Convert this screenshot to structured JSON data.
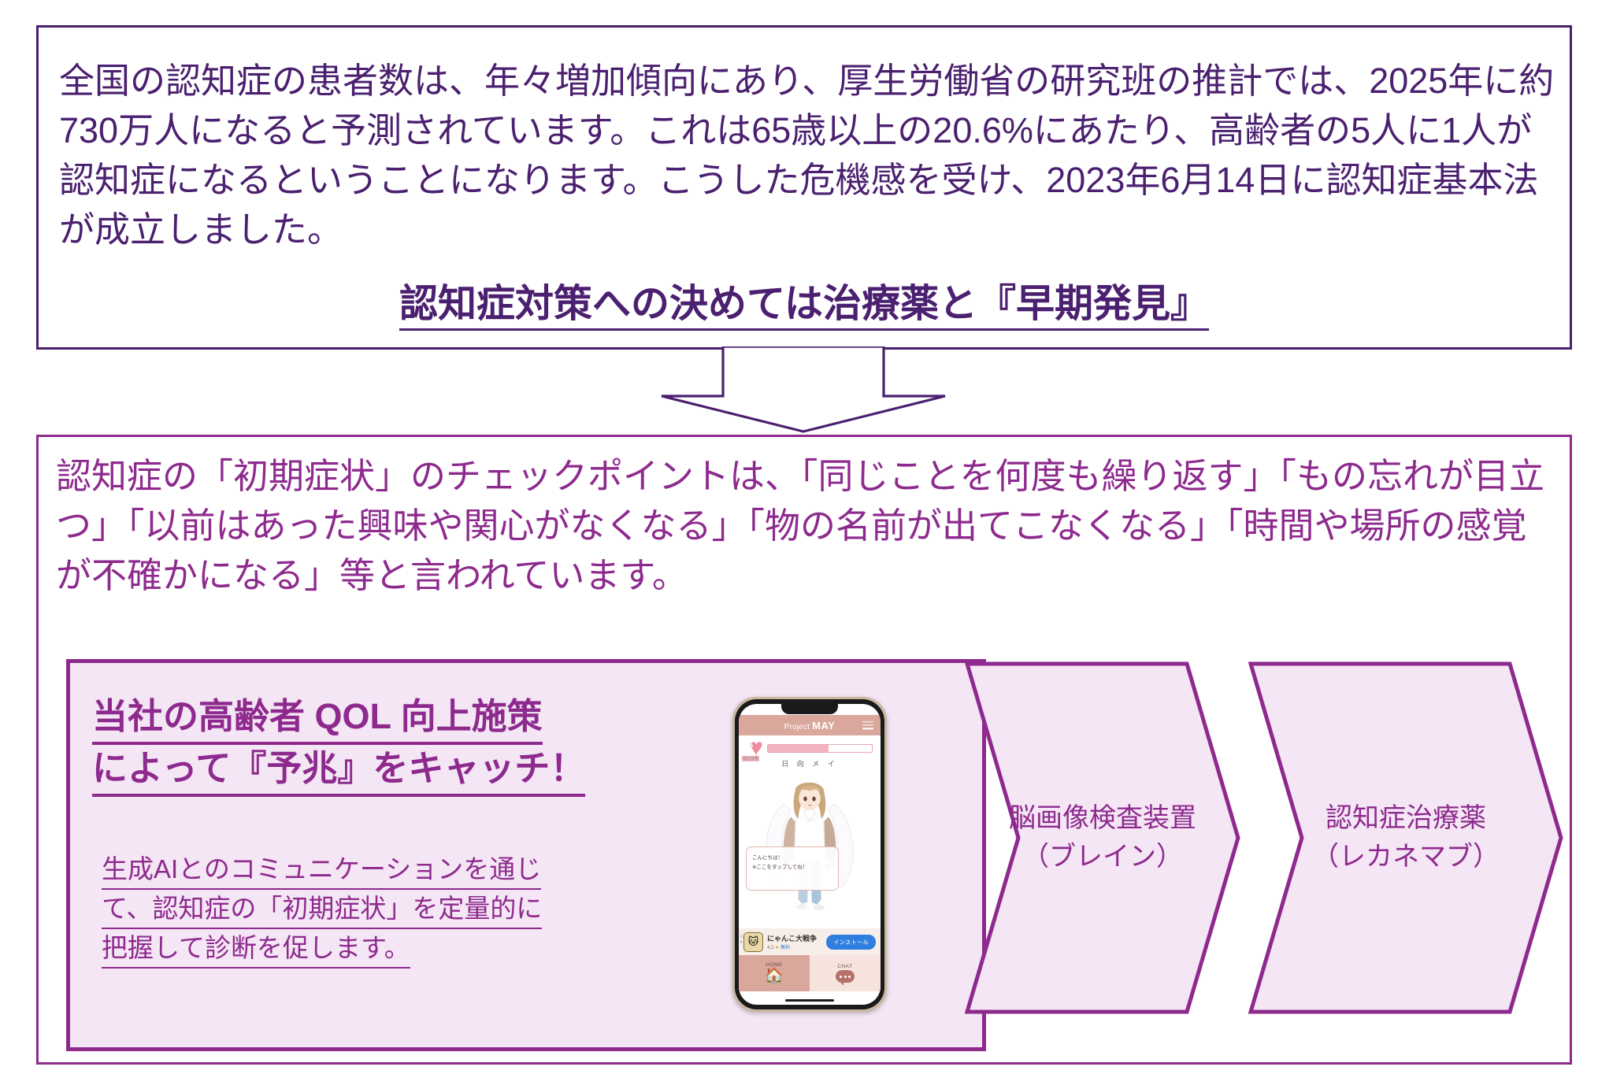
{
  "box1": {
    "paragraph": "全国の認知症の患者数は、年々増加傾向にあり、厚生労働省の研究班の推計では、2025年に約730万人になると予測されています。これは65歳以上の20.6%にあたり、高齢者の5人に1人が認知症になるということになります。こうした危機感を受け、2023年6月14日に認知症基本法が成立しました。",
    "headline": "認知症対策への決めては治療薬と『早期発見』"
  },
  "arrow": {
    "name": "down-block-arrow"
  },
  "box2": {
    "paragraph": "認知症の「初期症状」のチェックポイントは、「同じことを何度も繰り返す」「もの忘れが目立つ」「以前はあった興味や関心がなくなる」「物の名前が出てこなくなる」「時間や場所の感覚が不確かになる」等と言われています。"
  },
  "qol_panel": {
    "title_line1": "当社の高齢者 QOL 向上施策",
    "title_line2": "によって『予兆』をキャッチ！",
    "body_line1": "生成AIとのコミュニケーションを通じ",
    "body_line2": "て、認知症の「初期症状」を定量的に",
    "body_line3": "把握して診断を促します。"
  },
  "phone": {
    "app_name_prefix": "Project ",
    "app_name_bold": "MAY",
    "menu_icon": "hamburger-icon",
    "hp_value": "6",
    "hp_caption": "現在残量",
    "character_name": "日 向 メ イ",
    "speech_line1": "こんにちは！",
    "speech_line2": "※ここをタップしてね！",
    "ad_title": "にゃんこ大戦争",
    "ad_rating": "4.2",
    "ad_star": "★",
    "ad_price": "無料",
    "ad_button": "インストール",
    "ad_marks": "ⓘ\n✕",
    "tab_home": "HOME",
    "tab_chat": "CHAT"
  },
  "chevrons": [
    {
      "line1": "脳画像検査装置",
      "line2": "（ブレイン）"
    },
    {
      "line1": "認知症治療薬",
      "line2": "（レカネマブ）"
    }
  ],
  "colors": {
    "deep_purple": "#4b2070",
    "magenta_purple": "#8e2a8e",
    "panel_fill": "#f4e6f4",
    "app_pink": "#d9a79c"
  }
}
